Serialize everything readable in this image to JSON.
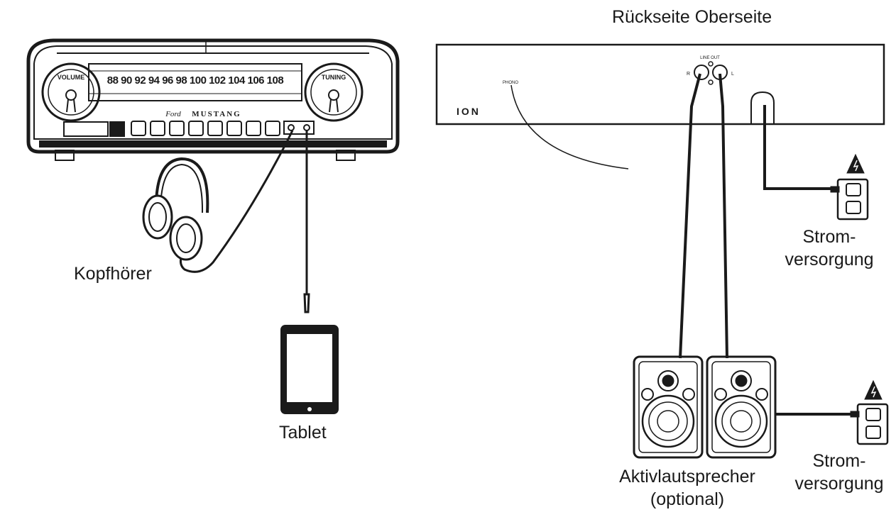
{
  "labels": {
    "rear_top": "Rückseite Oberseite",
    "headphones": "Kopfhörer",
    "tablet": "Tablet",
    "power_top_line1": "Strom-",
    "power_top_line2": "versorgung",
    "speakers_line1": "Aktivlautsprecher",
    "speakers_line2": "(optional)",
    "power_bottom_line1": "Strom-",
    "power_bottom_line2": "versorgung"
  },
  "device_markings": {
    "brand": "ION",
    "radio_model": "MUSTANG",
    "radio_script": "Ford",
    "volume": "VOLUME",
    "tuning": "TUNING",
    "line_out": "LINE OUT",
    "phono": "PHONO",
    "r": "R",
    "l": "L",
    "dial_numbers": "88 90 92 94 96 98 100 102 104 106 108"
  },
  "colors": {
    "ink": "#1a1a1a",
    "background": "#ffffff"
  }
}
